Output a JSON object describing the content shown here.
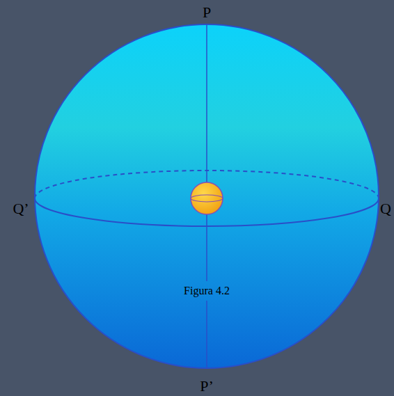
{
  "diagram": {
    "caption": "Figura 4.2",
    "labels": [
      "P",
      "Q’",
      "Q",
      "P’"
    ]
  }
}
